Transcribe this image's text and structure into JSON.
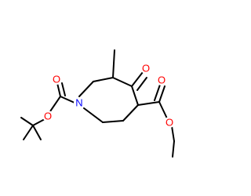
{
  "molecule": {
    "atom_labels": {
      "nitrogen": "N",
      "ketone_oxygen": "O",
      "boc_carbonyl_oxygen": "O",
      "boc_ester_oxygen": "O",
      "ethyl_carbonyl_oxygen": "O",
      "ethyl_ester_oxygen": "O"
    },
    "colors": {
      "bond": "#000000",
      "nitrogen": "#0000ff",
      "oxygen": "#ff0000",
      "background": "#ffffff"
    }
  }
}
